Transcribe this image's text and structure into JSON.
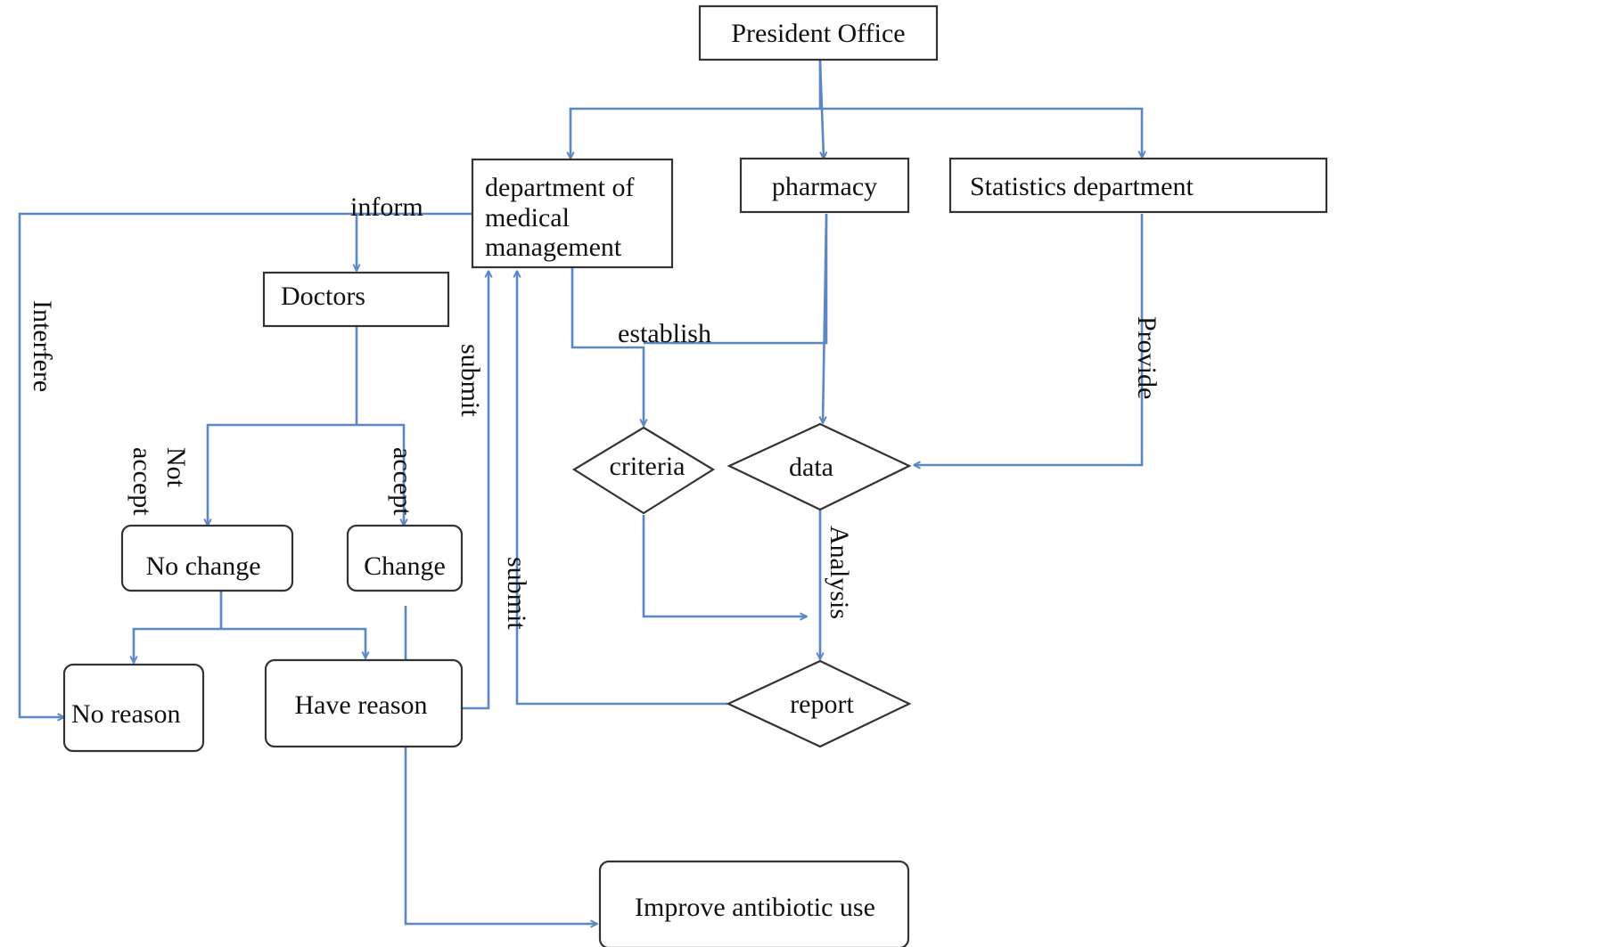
{
  "nodes": {
    "president_office": "President Office",
    "medical_management": [
      "department of",
      "medical",
      "management"
    ],
    "pharmacy": "pharmacy",
    "statistics": "Statistics department",
    "doctors": "Doctors",
    "criteria": "criteria",
    "data": "data",
    "no_change": "No change",
    "change": "Change",
    "no_reason": "No reason",
    "have_reason": "Have reason",
    "report": "report",
    "improve": "Improve antibiotic use"
  },
  "edge_labels": {
    "inform": "inform",
    "interfere": "Interfere",
    "establish": "establish",
    "provide": "Provide",
    "submit_1": "submit",
    "submit_2": "submit",
    "not_accept_1": "Not",
    "not_accept_2": "accept",
    "accept": "accept",
    "analysis": "Analysis"
  },
  "colors": {
    "edge": "#5b87c5",
    "node_border": "#333333"
  }
}
